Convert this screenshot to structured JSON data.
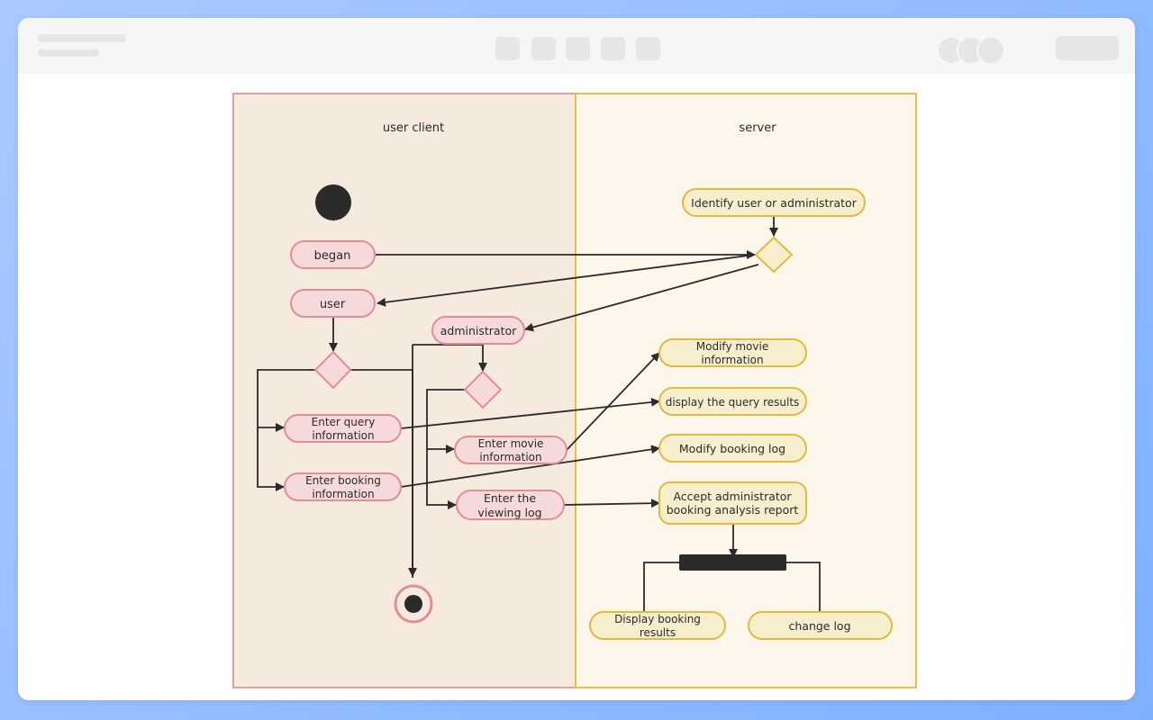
{
  "colors": {
    "user_lane_fill": "#f6e9dd",
    "user_lane_border": "#e3a0a0",
    "server_lane_fill": "#fcf7ea",
    "server_lane_border": "#e7bf4a",
    "user_node_fill": "#f5d9db",
    "user_node_border": "#e08f96",
    "server_node_fill": "#f7eecd",
    "server_node_border": "#e3b93f",
    "edge": "#2b2b2b"
  },
  "toolbar": {
    "icons": [
      "placeholder-tool-1",
      "placeholder-tool-2",
      "placeholder-tool-3",
      "placeholder-tool-4",
      "placeholder-tool-5"
    ]
  },
  "lanes": {
    "user": "user client",
    "server": "server"
  },
  "nodes": {
    "began": "began",
    "user": "user",
    "administrator": "administrator",
    "enter_query_1": "Enter query",
    "enter_query_2": "information",
    "enter_booking_1": "Enter booking",
    "enter_booking_2": "information",
    "enter_movie_1": "Enter movie",
    "enter_movie_2": "information",
    "viewing_log_1": "Enter the",
    "viewing_log_2": "viewing log",
    "identify": "Identify user or administrator",
    "modify_movie_1": "Modify movie",
    "modify_movie_2": "information",
    "display_query": "display the query results",
    "modify_booking": "Modify booking log",
    "accept_report_1": "Accept administrator",
    "accept_report_2": "booking analysis report",
    "display_booking_1": "Display booking",
    "display_booking_2": "results",
    "change_log": "change log"
  }
}
